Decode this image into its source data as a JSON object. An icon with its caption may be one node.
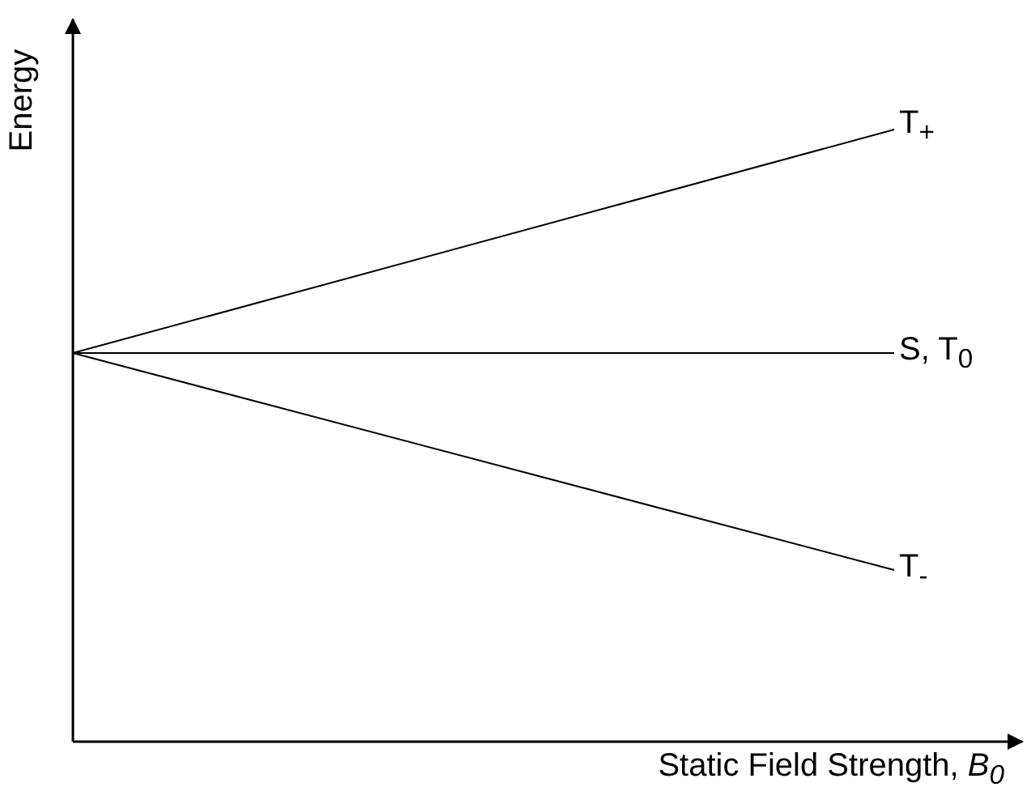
{
  "diagram": {
    "labels": [
      "Energy",
      "T$_{+}$",
      "S, T$_{0}$",
      "T$_{-}$",
      "Static Field Strength, *B*$_{0}$"
    ]
  }
}
